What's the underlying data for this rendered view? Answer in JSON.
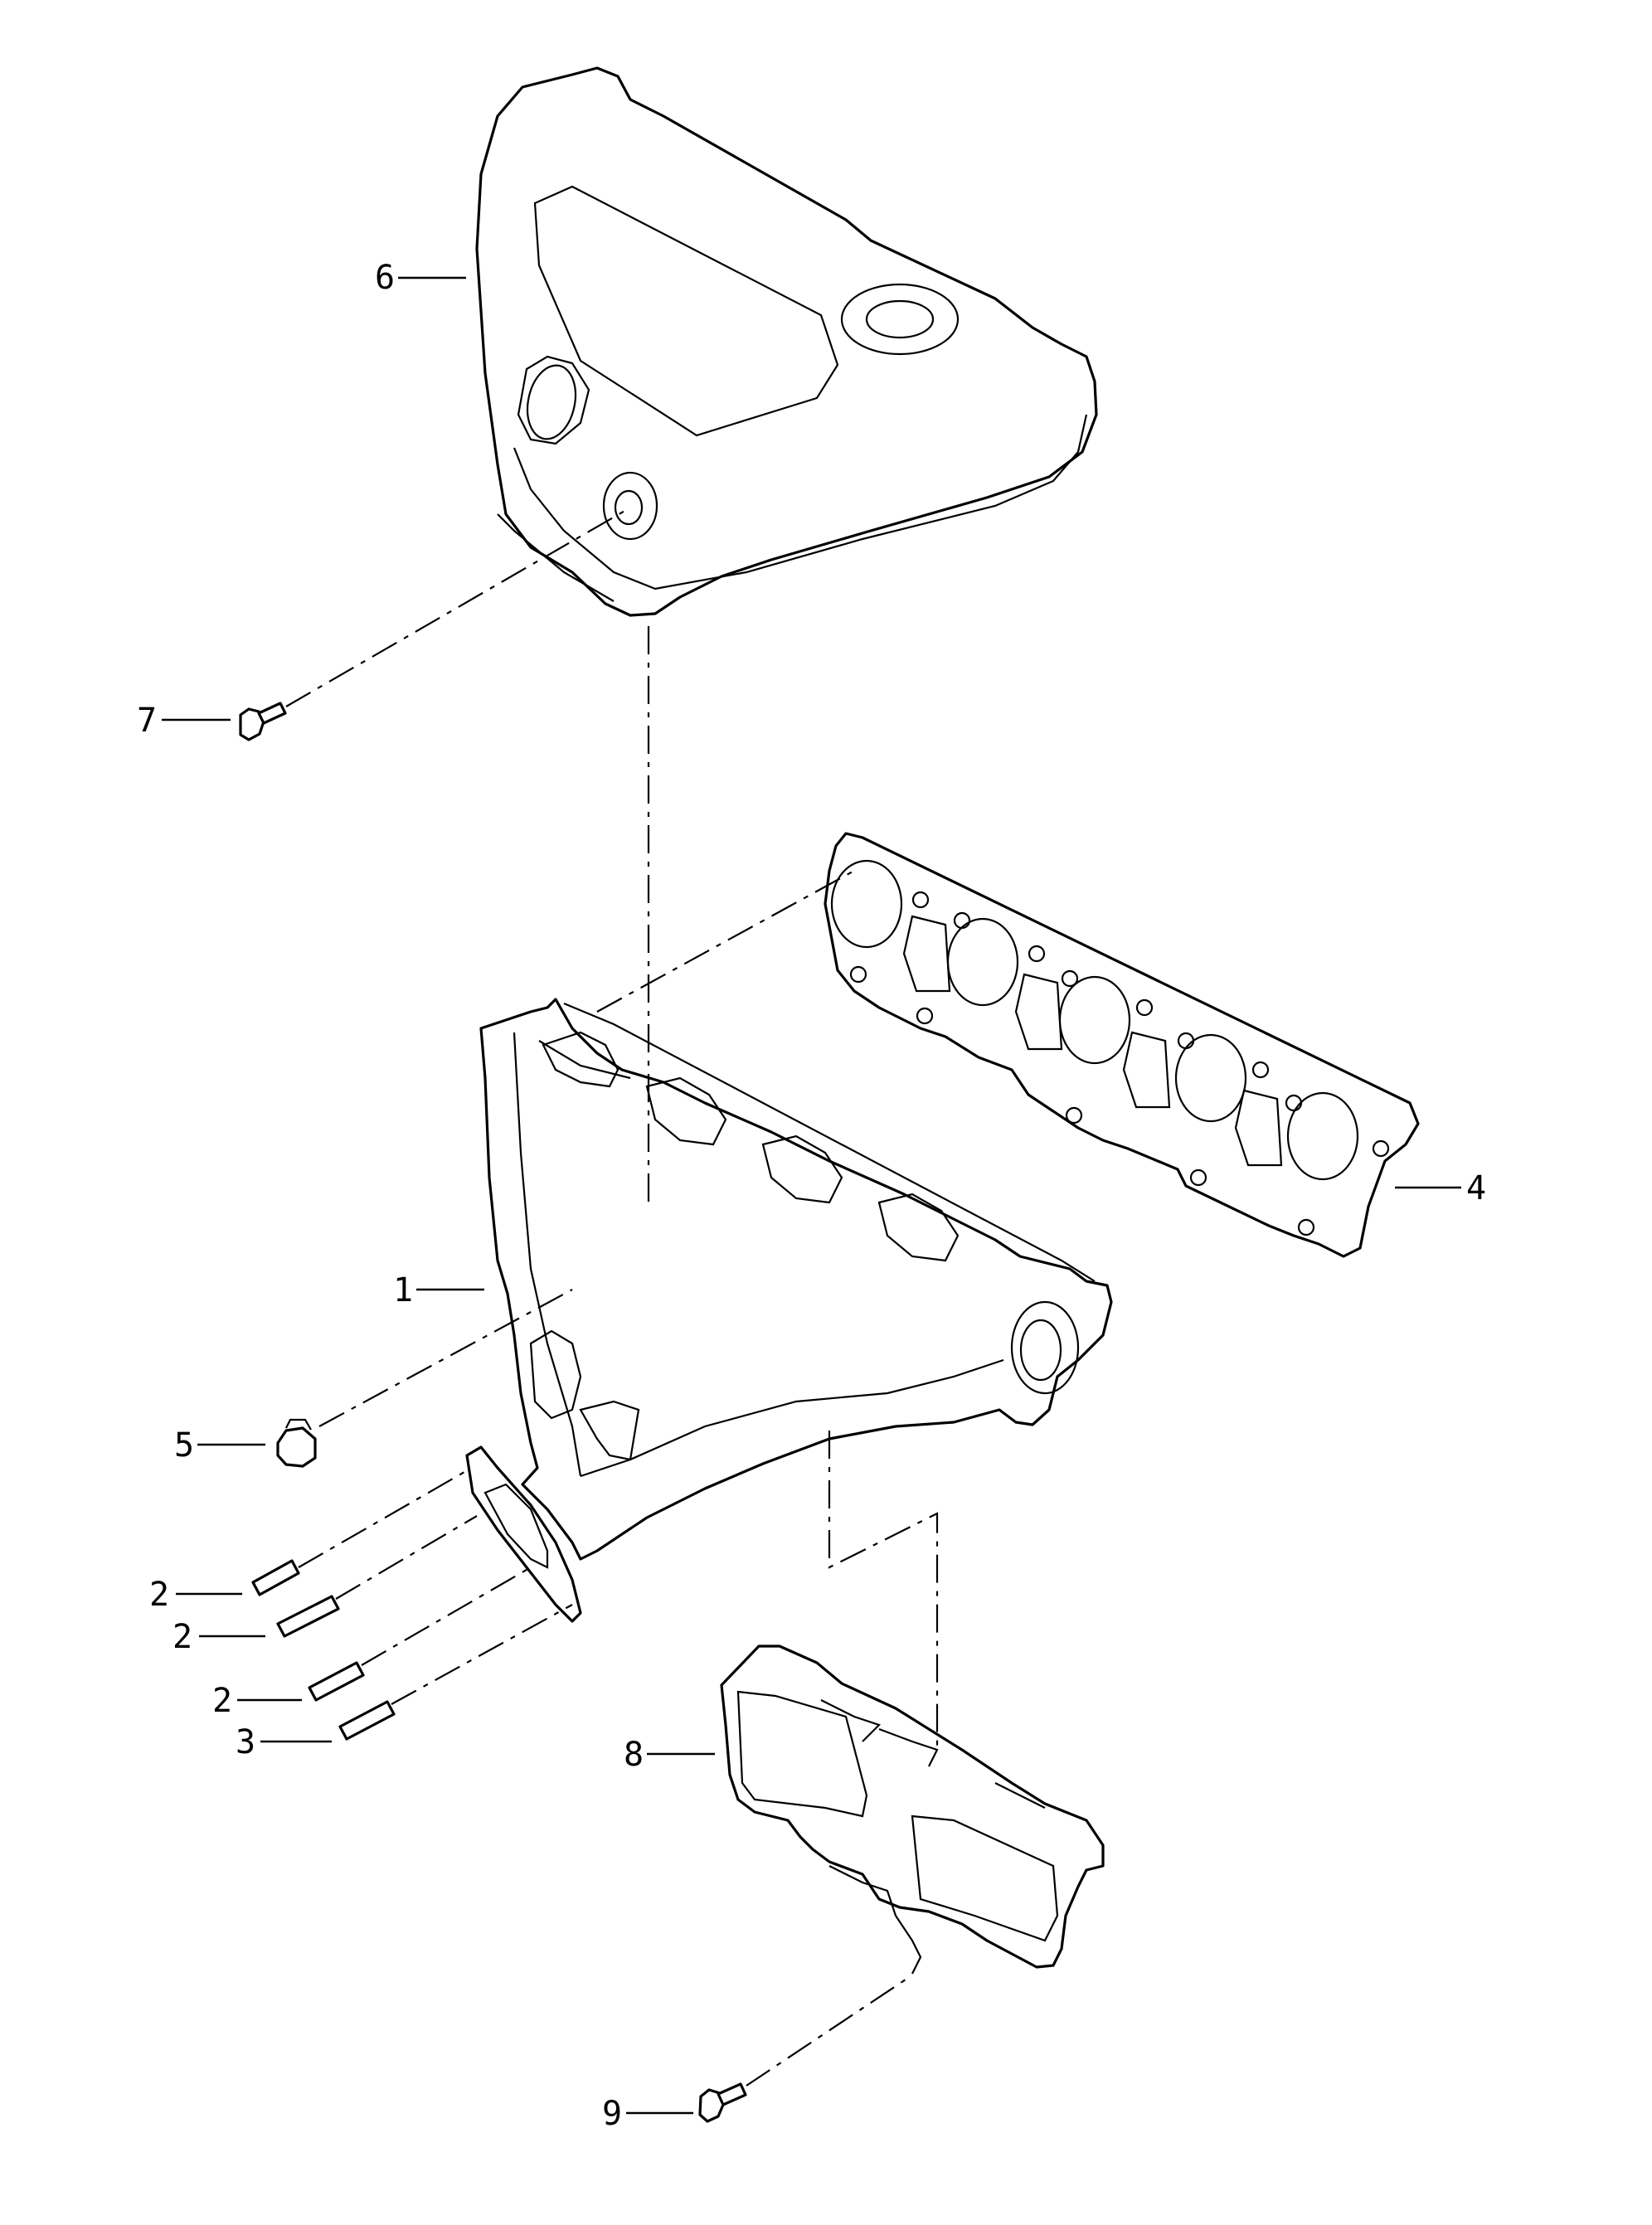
{
  "callouts": [
    {
      "id": "c6",
      "label": "6"
    },
    {
      "id": "c7",
      "label": "7"
    },
    {
      "id": "c4",
      "label": "4"
    },
    {
      "id": "c5",
      "label": "5"
    },
    {
      "id": "c1",
      "label": "1"
    },
    {
      "id": "c2a",
      "label": "2"
    },
    {
      "id": "c2b",
      "label": "2"
    },
    {
      "id": "c2c",
      "label": "2"
    },
    {
      "id": "c3",
      "label": "3"
    },
    {
      "id": "c8",
      "label": "8"
    },
    {
      "id": "c9",
      "label": "9"
    }
  ]
}
